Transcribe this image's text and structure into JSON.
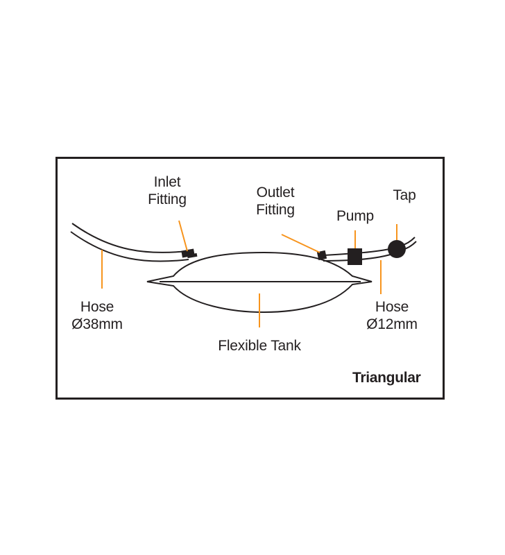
{
  "labels": {
    "inlet_fitting": [
      "Inlet",
      "Fitting"
    ],
    "outlet_fitting": [
      "Outlet",
      "Fitting"
    ],
    "pump": "Pump",
    "tap": "Tap",
    "hose_large": [
      "Hose",
      "Ø38mm"
    ],
    "hose_small": [
      "Hose",
      "Ø12mm"
    ],
    "flexible_tank": "Flexible Tank",
    "tank_shape": "Triangular"
  },
  "colors": {
    "stroke": "#231f20",
    "leader": "#f7941d",
    "background": "#ffffff"
  }
}
